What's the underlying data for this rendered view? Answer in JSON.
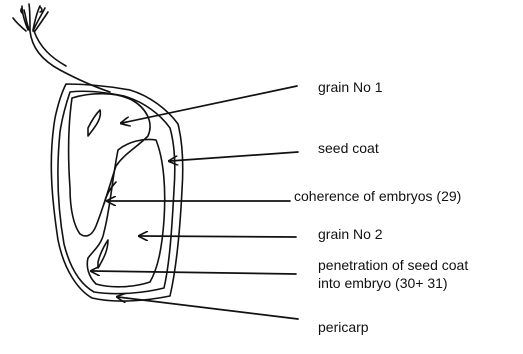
{
  "labels": {
    "grain_no_1": "grain No 1",
    "seed_coat": "seed coat",
    "coherence": "coherence of embryos (29)",
    "grain_no_2": "grain No 2",
    "penetration_line1": "penetration of seed coat",
    "penetration_line2": "into embryo (30+ 31)",
    "pericarp": "pericarp"
  },
  "colors": {
    "ink": "#111111",
    "background": "#ffffff"
  }
}
